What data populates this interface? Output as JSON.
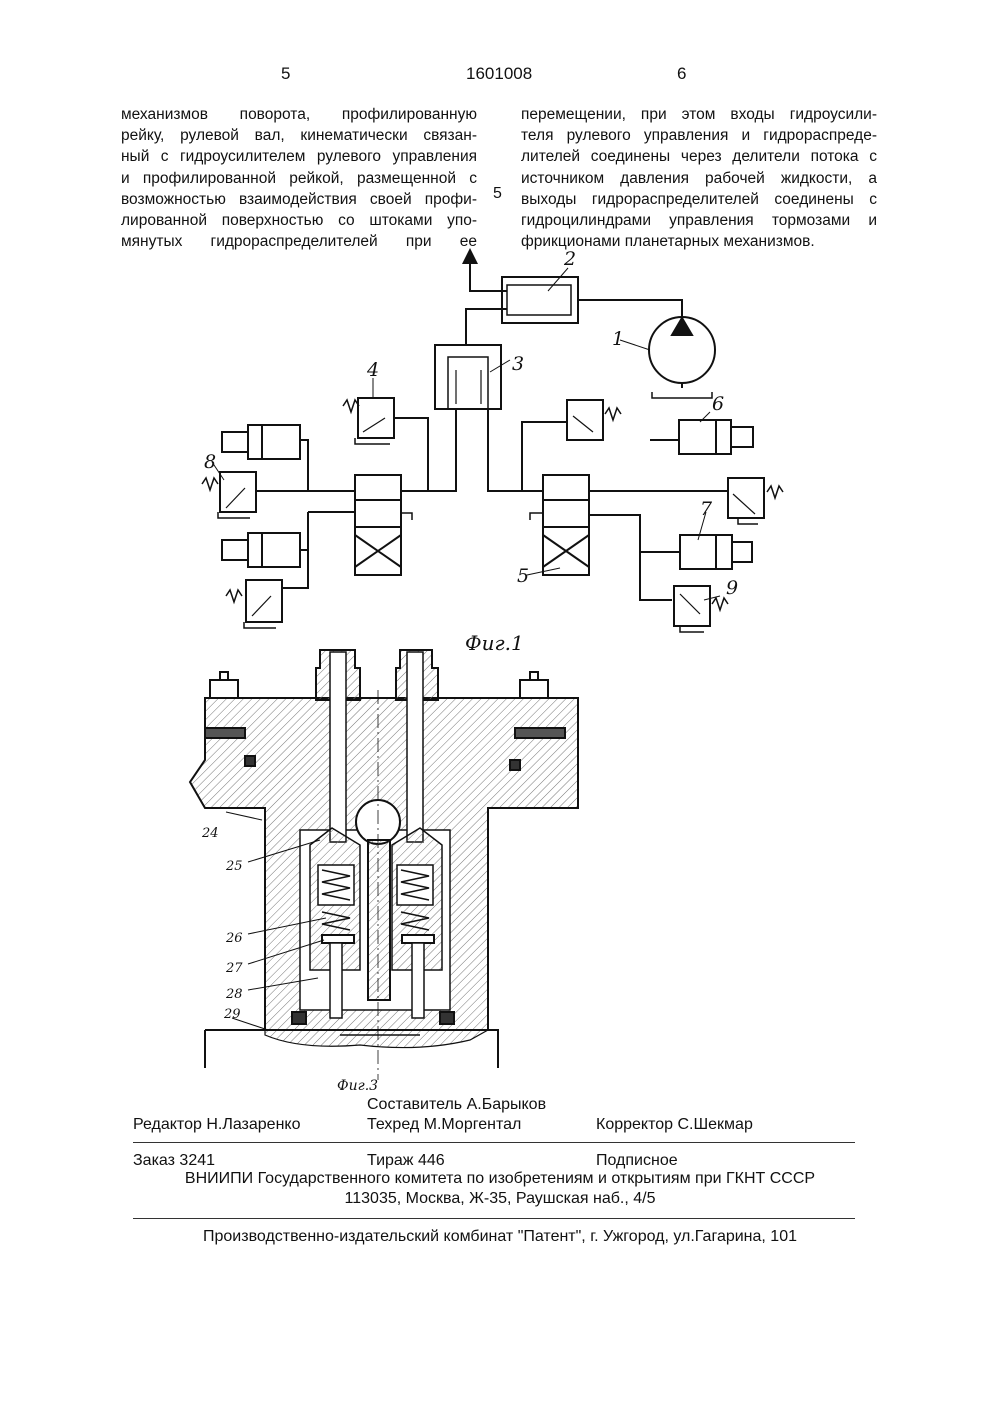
{
  "header": {
    "page_left": "5",
    "doc_number": "1601008",
    "page_right": "6"
  },
  "body_text": {
    "left_lines": [
      "механизмов поворота, профилированную",
      "рейку, рулевой вал, кинематически связан-",
      "ный с гидроусилителем рулевого управления",
      "и профилированной рейкой, размещенной с",
      "возможностью взаимодействия своей профи-",
      "лированной поверхностью со штоками упо-",
      "мянутых гидрораспределителей при ее"
    ],
    "margin_number": "5",
    "right_lines": [
      "перемещении, при этом входы гидроусили-",
      "теля рулевого управления и гидрораспреде-",
      "лителей соединены через делители потока с",
      "источником давления рабочей жидкости, а",
      "выходы гидрораспределителей соединены с",
      "гидроцилиндрами управления тормозами и",
      "фрикционами планетарных механизмов."
    ]
  },
  "fig1": {
    "caption": "Фиг.1",
    "labels": {
      "l1": "1",
      "l2": "2",
      "l3": "3",
      "l4": "4",
      "l5": "5",
      "l6": "6",
      "l7": "7",
      "l8": "8",
      "l9": "9"
    }
  },
  "fig3": {
    "caption": "Фиг.3",
    "labels": {
      "l24": "24",
      "l25": "25",
      "l26": "26",
      "l27": "27",
      "l28": "28",
      "l29": "29"
    }
  },
  "colophon": {
    "editor": "Редактор  Н.Лазаренко",
    "compiler": "Составитель  А.Барыков",
    "techred": "Техред М.Моргентал",
    "corrector": "Корректор  С.Шекмар",
    "order": "Заказ  3241",
    "circulation": "Тираж  446",
    "subscription": "Подписное",
    "org": "ВНИИПИ Государственного комитета по изобретениям и открытиям при ГКНТ СССР",
    "address": "113035, Москва, Ж-35, Раушская наб., 4/5",
    "printer": "Производственно-издательский комбинат \"Патент\", г. Ужгород, ул.Гагарина, 101"
  }
}
